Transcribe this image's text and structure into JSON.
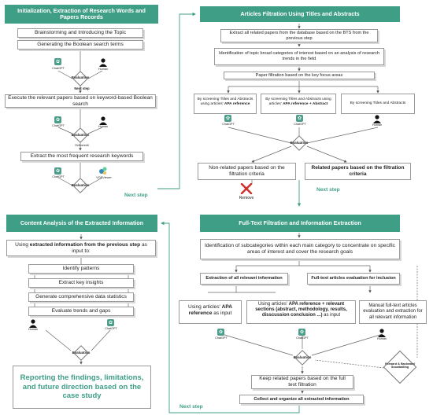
{
  "panel1": {
    "header": "Initialization, Extraction of Research Words and Papers Records",
    "step1": "Brainstorming and Introducing the Topic",
    "step2": "Generating the Boolean search terms",
    "step3": "Execute the relevant papers based on keyword-based Boolean search",
    "step4": "Extract the most frequent research keywords",
    "chatgpt": "ChatGPT",
    "human": "Human",
    "evaluation": "Evaluation",
    "next_step_inner": "Next step",
    "refine": "Refine/edit",
    "vosviewer": "VOSViewer"
  },
  "panel2": {
    "header": "Articles Filtration Using Titles and Abstracts",
    "step1": "Extract all related papers from the database based on the BTS from the previous step",
    "step2": "Identification of topic broad categories of interest based on an analysis of research trends in the field",
    "step3": "Paper filtration based on the key focus areas",
    "opt1_pre": "By screening Titles and Abstracts using articles' ",
    "opt1_bold": "APA reference",
    "opt2_pre": "By screening Titles and Abstracts using articles' ",
    "opt2_bold": "APA reference + Abstract",
    "opt3": "By screening Titles and Abstracts",
    "chatgpt": "ChatGPT",
    "human": "Human",
    "evaluation": "Evaluation",
    "nonrelated": "Non-related papers based on the filtration criteria",
    "related": "Related papers based on the filtration criteria",
    "remove": "Remove"
  },
  "panel3": {
    "header": "Content Analysis of the Extracted Information",
    "input_pre": "Using ",
    "input_bold": "extracted information from the previous step",
    "input_post": " as input to:",
    "items": [
      "Identify patterns",
      "Extract key insights",
      "Generate comprehensive data statistics",
      "Evaluate trends and gaps"
    ],
    "human": "Human",
    "chatgpt": "ChatGPT",
    "evaluation": "Evaluation",
    "final": "Reporting the findings, limitations, and future direction based on the case study"
  },
  "panel4": {
    "header": "Full-Text Filtration and Information Extraction",
    "step1": "Identification of subcategories within each main category to concentrate on specific areas of interest and cover the research goals",
    "extract_all": "Extraction of all relevant information",
    "fulltext_eval": "Full-text articles evaluation for inclusion",
    "opt1_pre": "Using articles' ",
    "opt1_bold": "APA reference",
    "opt1_post": " as input",
    "opt2_pre": "Using articles' ",
    "opt2_bold": "APA reference + relevant sections (abstract, methodology, results, disscussion conclusion ...)",
    "opt2_post": " as input",
    "opt3": "Manual full-text articles evaluation and extraction for all relevant information",
    "chatgpt": "ChatGPT",
    "human": "Human",
    "evaluation": "Evaluation",
    "snowball": "Forward & Backward Snowballing",
    "keep": "Keep related papers based on the full text filtration",
    "collect": "Collect and organize all extracted information"
  },
  "next_step": "Next step",
  "colors": {
    "accent": "#3f9e86",
    "remove": "#d0312d",
    "border": "#9a9a9a"
  }
}
